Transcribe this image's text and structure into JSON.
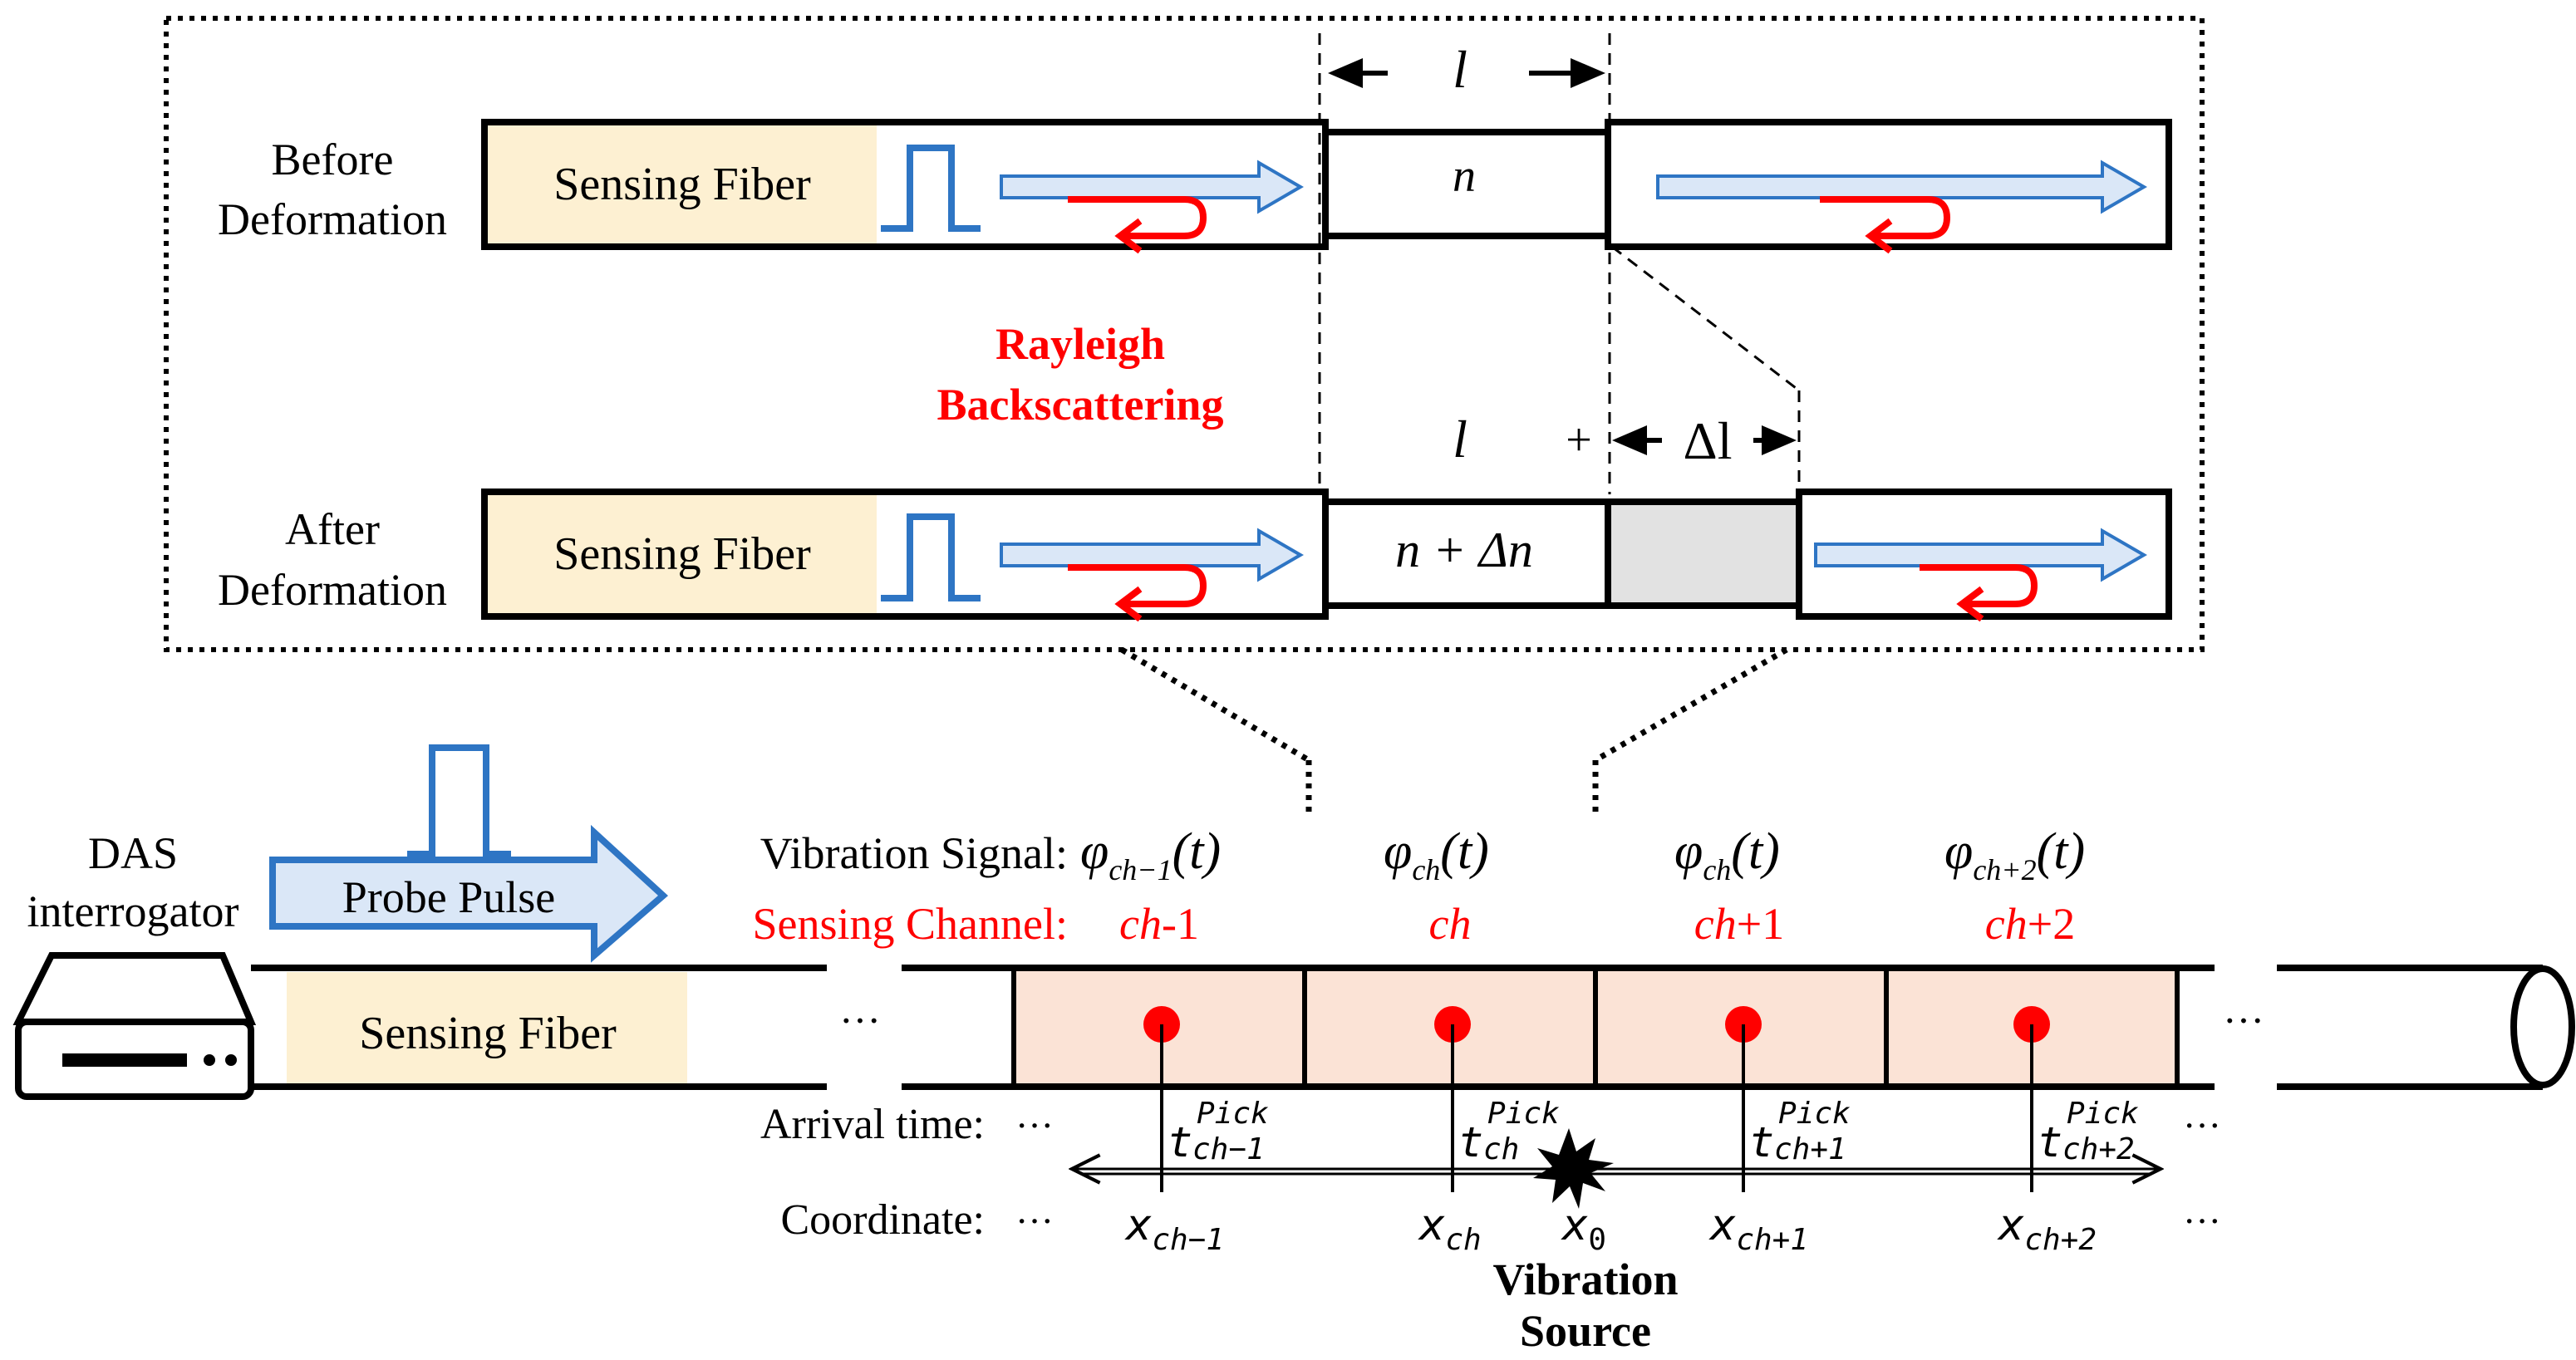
{
  "top": {
    "before_label_1": "Before",
    "before_label_2": "Deformation",
    "after_label_1": "After",
    "after_label_2": "Deformation",
    "sensing_fiber": "Sensing Fiber",
    "segment_length": "l",
    "index_before": "n",
    "index_after": "n + Δn",
    "length_after": "l",
    "plus": "+",
    "delta_l": "Δl",
    "rayleigh_1": "Rayleigh",
    "rayleigh_2": "Backscattering"
  },
  "bottom": {
    "das_1": "DAS",
    "das_2": "interrogator",
    "probe_pulse": "Probe Pulse",
    "sensing_fiber": "Sensing Fiber",
    "ellipsis": "···",
    "vibration_signal_label": "Vibration Signal:",
    "sensing_channel_label": "Sensing Channel:",
    "arrival_time_label": "Arrival time:",
    "coordinate_label": "Coordinate:",
    "vibration_source_1": "Vibration",
    "vibration_source_2": "Source",
    "x0_base": "x",
    "x0_sub": "0",
    "channels": [
      {
        "phi_sub": "ch−1",
        "ch_italic": "ch",
        "ch_suffix": "-1",
        "pick_sup": "Pick",
        "t_sub": "ch−1",
        "x_sub": "ch−1"
      },
      {
        "phi_sub": "ch",
        "ch_italic": "ch",
        "ch_suffix": "",
        "pick_sup": "Pick",
        "t_sub": "ch",
        "x_sub": "ch"
      },
      {
        "phi_sub": "ch",
        "ch_italic": "ch",
        "ch_suffix": "+1",
        "pick_sup": "Pick",
        "t_sub": "ch+1",
        "x_sub": "ch+1"
      },
      {
        "phi_sub": "ch+2",
        "ch_italic": "ch",
        "ch_suffix": "+2",
        "pick_sup": "Pick",
        "t_sub": "ch+2",
        "x_sub": "ch+2"
      }
    ]
  },
  "colors": {
    "fiber_fill": "#fdf0d2",
    "channel_fill": "#fbe3d6",
    "pulse_blue": "#2e75c4",
    "arrow_fill": "#dae7f7",
    "red": "#ff0000",
    "gray_gap": "#e2e2e2"
  }
}
